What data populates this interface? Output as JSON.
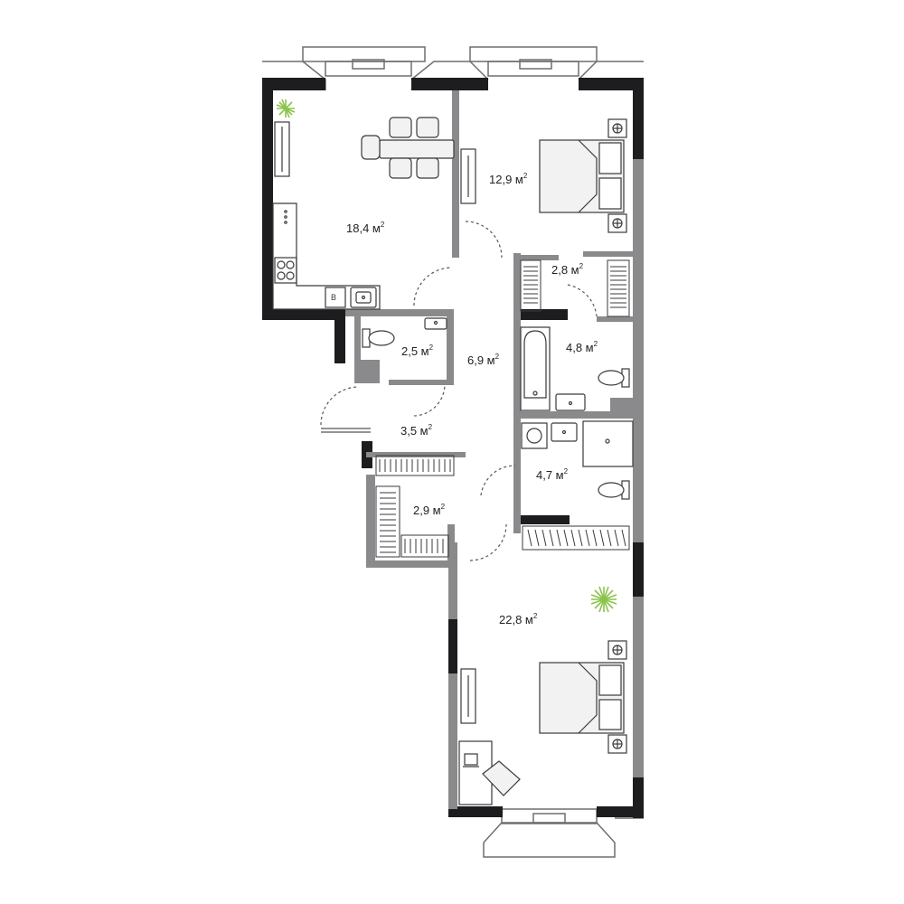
{
  "colors": {
    "background": "#ffffff",
    "exterior_wall": "#1d1d1f",
    "interior_wall": "#8a8a8c",
    "window_frame": "#6f6f71",
    "fixture_fill": "#f2f2f2",
    "fixture_stroke": "#3a3a3a",
    "plant_green": "#8bc34a",
    "text": "#222222"
  },
  "rooms": [
    {
      "id": "kitchen-living",
      "label": "18,4 м",
      "sup": "2"
    },
    {
      "id": "bedroom-top",
      "label": "12,9 м",
      "sup": "2"
    },
    {
      "id": "wardrobe-top",
      "label": "2,8 м",
      "sup": "2"
    },
    {
      "id": "wc",
      "label": "2,5 м",
      "sup": "2"
    },
    {
      "id": "corridor",
      "label": "6,9 м",
      "sup": "2"
    },
    {
      "id": "bathroom",
      "label": "4,8 м",
      "sup": "2"
    },
    {
      "id": "hall",
      "label": "3,5 м",
      "sup": "2"
    },
    {
      "id": "shower-room",
      "label": "4,7 м",
      "sup": "2"
    },
    {
      "id": "wardrobe-bottom",
      "label": "2,9 м",
      "sup": "2"
    },
    {
      "id": "bedroom-bottom",
      "label": "22,8 м",
      "sup": "2"
    }
  ],
  "icons": [
    "dining-table-icon",
    "kitchen-counter-icon",
    "stove-icon",
    "sink-icon",
    "double-bed-icon",
    "nightstand-icon",
    "toilet-icon",
    "bathtub-icon",
    "washbasin-icon",
    "washing-machine-icon",
    "shower-icon",
    "wardrobe-icon",
    "desk-icon",
    "armchair-icon",
    "plant-icon",
    "door-swing-icon",
    "window-icon"
  ]
}
